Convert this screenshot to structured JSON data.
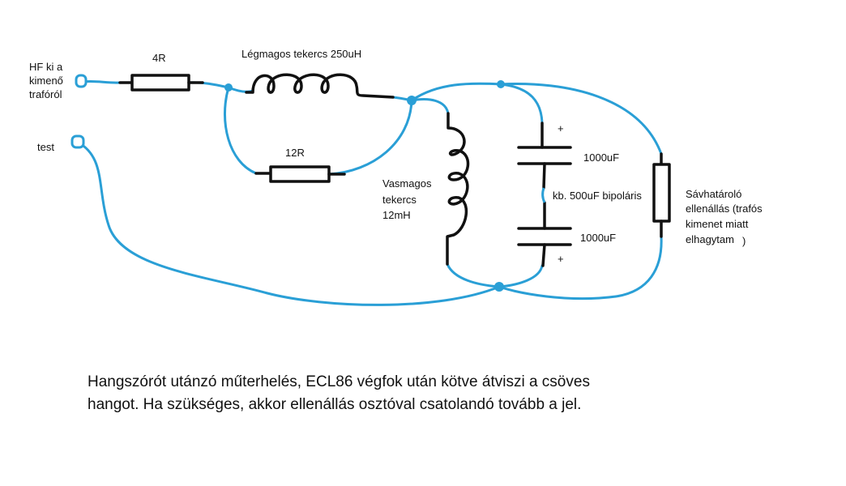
{
  "colors": {
    "wire": "#2a9fd6",
    "component": "#111111",
    "background": "#ffffff"
  },
  "labels": {
    "input_line1": "HF ki a",
    "input_line2": "kimenő",
    "input_line3": "trafóról",
    "test": "test",
    "r4": "4R",
    "air_coil": "Légmagos tekercs 250uH",
    "r12": "12R",
    "iron_coil_line1": "Vasmagos",
    "iron_coil_line2": "tekercs",
    "iron_coil_line3": "12mH",
    "cap_top": "1000uF",
    "cap_bottom": "1000uF",
    "bipolar": "kb. 500uF bipoláris",
    "plus_top": "+",
    "plus_bottom": "+",
    "resistor_line1": "Sávhatároló",
    "resistor_line2": "ellenállás (trafós",
    "resistor_line3": "kimenet miatt",
    "resistor_line4": "elhagytam",
    "resistor_paren": ")"
  },
  "caption": {
    "line1": "Hangszórót utánzó műterhelés, ECL86 végfok után kötve átviszi a csöves",
    "line2": "hangot. Ha szükséges, akkor ellenállás osztóval csatolandó tovább a jel."
  }
}
